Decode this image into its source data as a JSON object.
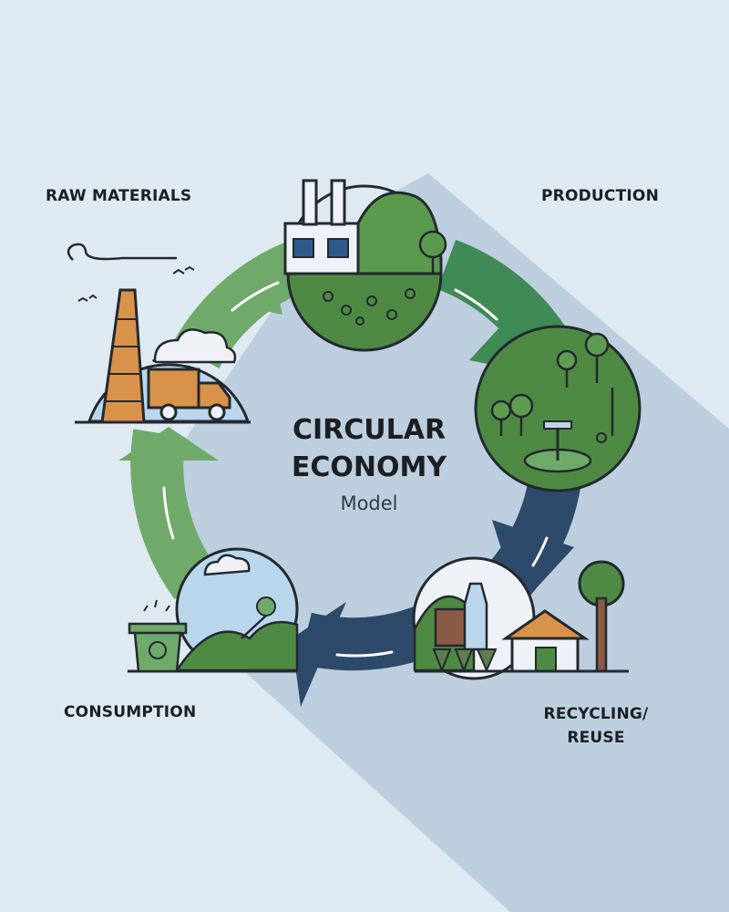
{
  "center": {
    "title_line1": "CIRCULAR",
    "title_line2": "ECONOMY",
    "subtitle": "Model"
  },
  "stages": {
    "raw_materials": "RAW MATERIALS",
    "production": "PRODUCTION",
    "consumption": "CONSUMPTION",
    "recycling_line1": "RECYCLING/",
    "recycling_line2": "REUSE"
  },
  "colors": {
    "background": "#dfe9f1",
    "shadow": "#b7cadb",
    "arrow_light_green": "#6faa6b",
    "arrow_dark_green": "#3f8a55",
    "arrow_navy": "#2e4a6b",
    "circle_green": "#4f8a44",
    "sky_blue": "#b9d6ec",
    "truck_orange": "#d9924a",
    "outline": "#23292f"
  }
}
